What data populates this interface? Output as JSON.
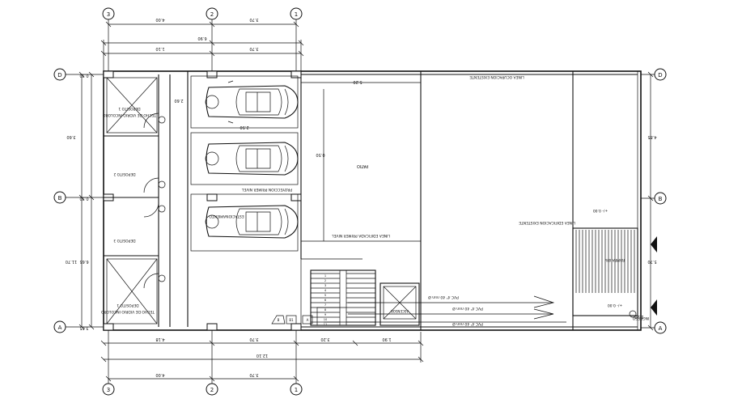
{
  "grid_axes": {
    "top": [
      "3",
      "2",
      "1"
    ],
    "bottom": [
      "3",
      "2",
      "1"
    ],
    "left": [
      "D",
      "B",
      "A"
    ],
    "right": [
      "D",
      "B",
      "A"
    ]
  },
  "dims": {
    "top_row1": [
      "4.00",
      "3.70"
    ],
    "top_total": "6.90",
    "top_row2": [
      "1.10",
      "3.70"
    ],
    "bottom_row1": [
      "4.18",
      "3.70",
      "3.20",
      "1.90"
    ],
    "bottom_total": "12.10",
    "bottom_row2": [
      "4.00",
      "3.70"
    ],
    "left_col1": [
      "0.30",
      "3.60",
      "0.30",
      "3.65"
    ],
    "left_col2": [
      "6.65",
      "11.70"
    ],
    "right": [
      "4.85",
      "5.70",
      "1.20"
    ],
    "inner": [
      "2.60",
      "2.50",
      "5.20",
      "0.50"
    ]
  },
  "labels": {
    "linea_ocupacion": "LINEA OCUPACION EXISTENTE",
    "linea_edificacion": "LINEA EDIFICACION EXISTENTE",
    "linea_edificada": "LINEA EDIFICADA PRIMER NIVEL",
    "patio": "PATIO",
    "proyeccion": "PROYECCION PRIMER NIVEL",
    "deposito_a": "DEPOSITO 1",
    "deposito_b": "DEPOSITO 2",
    "deposito_c": "DEPOSITO 3",
    "techo_a": "TECHO DE VIDRIO INCOLORO",
    "techo_b": "TECHO DE VIDRIO INCOLORO",
    "estacionamiento": "ESTACIONAMIENTO",
    "ascensor": "ASCENSOR",
    "pvc_1": "PVC 4\" 40 mm Ø",
    "pvc_2": "PVC 4\" 40 mm Ø",
    "pvc_3": "PVC 4\" 40 mm Ø",
    "level_1": "+/- 0.00",
    "level_2": "+/- 0.00",
    "rampa": "RAMPA 8%",
    "ingreso": "INGRESO",
    "stair_nums": [
      "1",
      "2",
      "3",
      "4",
      "5",
      "6",
      "7",
      "8",
      "9",
      "10",
      "11"
    ],
    "misc_codes": [
      "B",
      "B1",
      "A"
    ]
  }
}
